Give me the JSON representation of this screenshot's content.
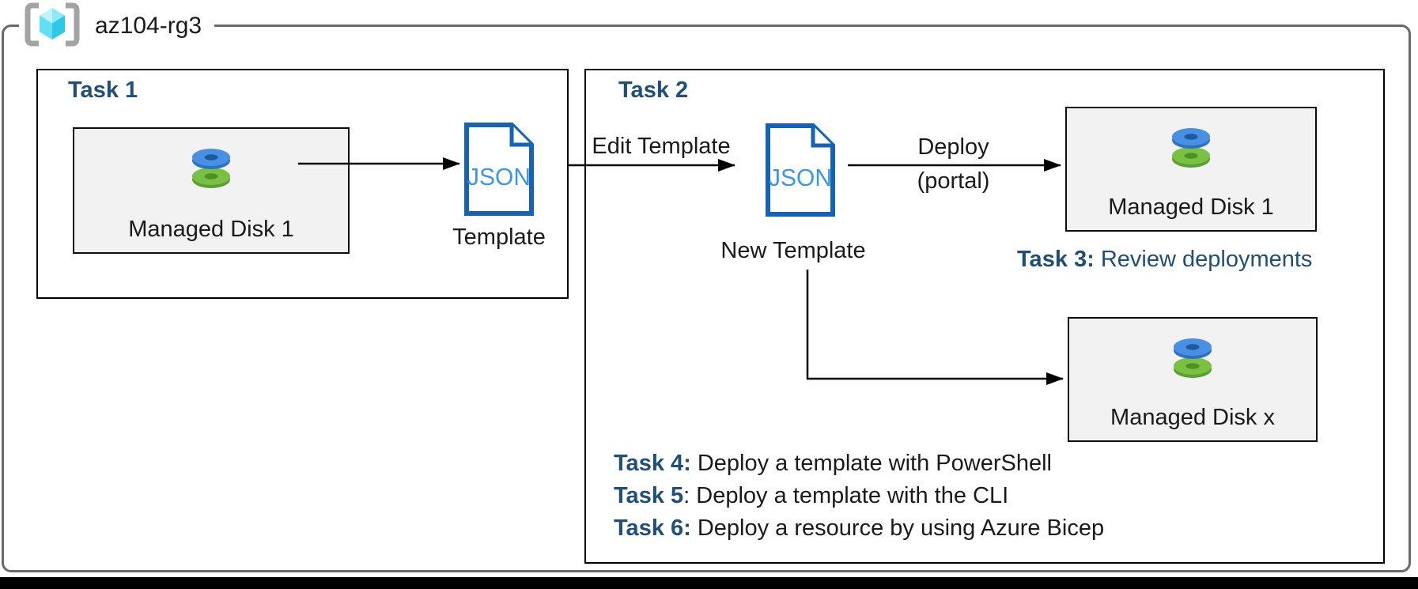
{
  "resource_group": {
    "name": "az104-rg3",
    "icon": "azure-resource-group-icon",
    "frame_border_color": "#6a6a6a"
  },
  "colors": {
    "task_title_navy": "#1f4e79",
    "json_outline_blue": "#1563b5",
    "json_text_blue": "#3b97e3",
    "disk_fill_gray": "#f2f2f2",
    "disk_top_blue": "#4a90e2",
    "disk_bottom_green": "#79c043",
    "cube_cyan": "#50d8ef"
  },
  "task1": {
    "title": "Task 1",
    "disk_label": "Managed Disk 1",
    "json_icon_text": "JSON",
    "template_label": "Template"
  },
  "task2": {
    "title": "Task 2",
    "edit_arrow_label": "Edit Template",
    "json_icon_text": "JSON",
    "new_template_label": "New Template",
    "deploy_label": "Deploy",
    "deploy_sublabel": "(portal)",
    "managed_disk_1_label": "Managed Disk 1",
    "managed_disk_x_label": "Managed Disk x"
  },
  "task3": {
    "bold": "Task 3:",
    "rest": " Review deployments"
  },
  "tasks": [
    {
      "bold": "Task 4:",
      "rest": " Deploy a template with PowerShell"
    },
    {
      "bold": "Task 5",
      "rest": ": Deploy a template with the CLI"
    },
    {
      "bold": "Task 6:",
      "rest": " Deploy a resource by using Azure Bicep"
    }
  ]
}
